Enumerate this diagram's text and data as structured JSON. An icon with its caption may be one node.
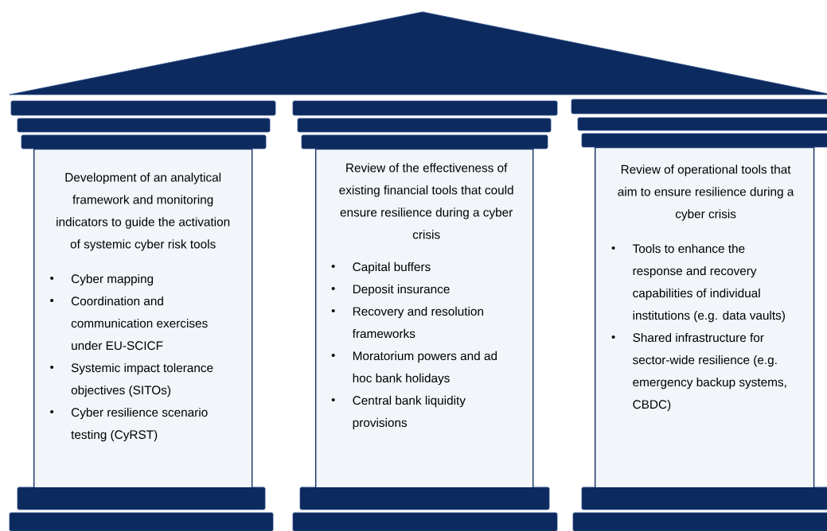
{
  "diagram": {
    "nodes": [
      {
        "text": [
          "Development of an analytical framework and monitoring indicators to guide the activation of systemic cyber risk tools",
          "Cyber mapping",
          "Coordination and communication exercises under EU-SCICF",
          "Systemic impact tolerance objectives (SITOs)",
          "Cyber resilience scenario testing (CyRST)"
        ]
      },
      {
        "text": [
          "Review of the effectiveness of existing financial tools that could ensure resilience during a cyber crisis",
          "Capital buffers",
          "Deposit insurance",
          "Recovery and resolution frameworks",
          "Moratorium powers and ad hoc bank holidays",
          "Central bank liquidity provisions"
        ]
      },
      {
        "text": [
          "Review of operational tools that aim to ensure resilience during a cyber crisis",
          "Tools to enhance the response and recovery capabilities of individual institutions (e.g. data vaults)",
          "Shared infrastructure for sector-wide resilience (e.g. emergency backup systems, CBDC)"
        ]
      }
    ]
  }
}
